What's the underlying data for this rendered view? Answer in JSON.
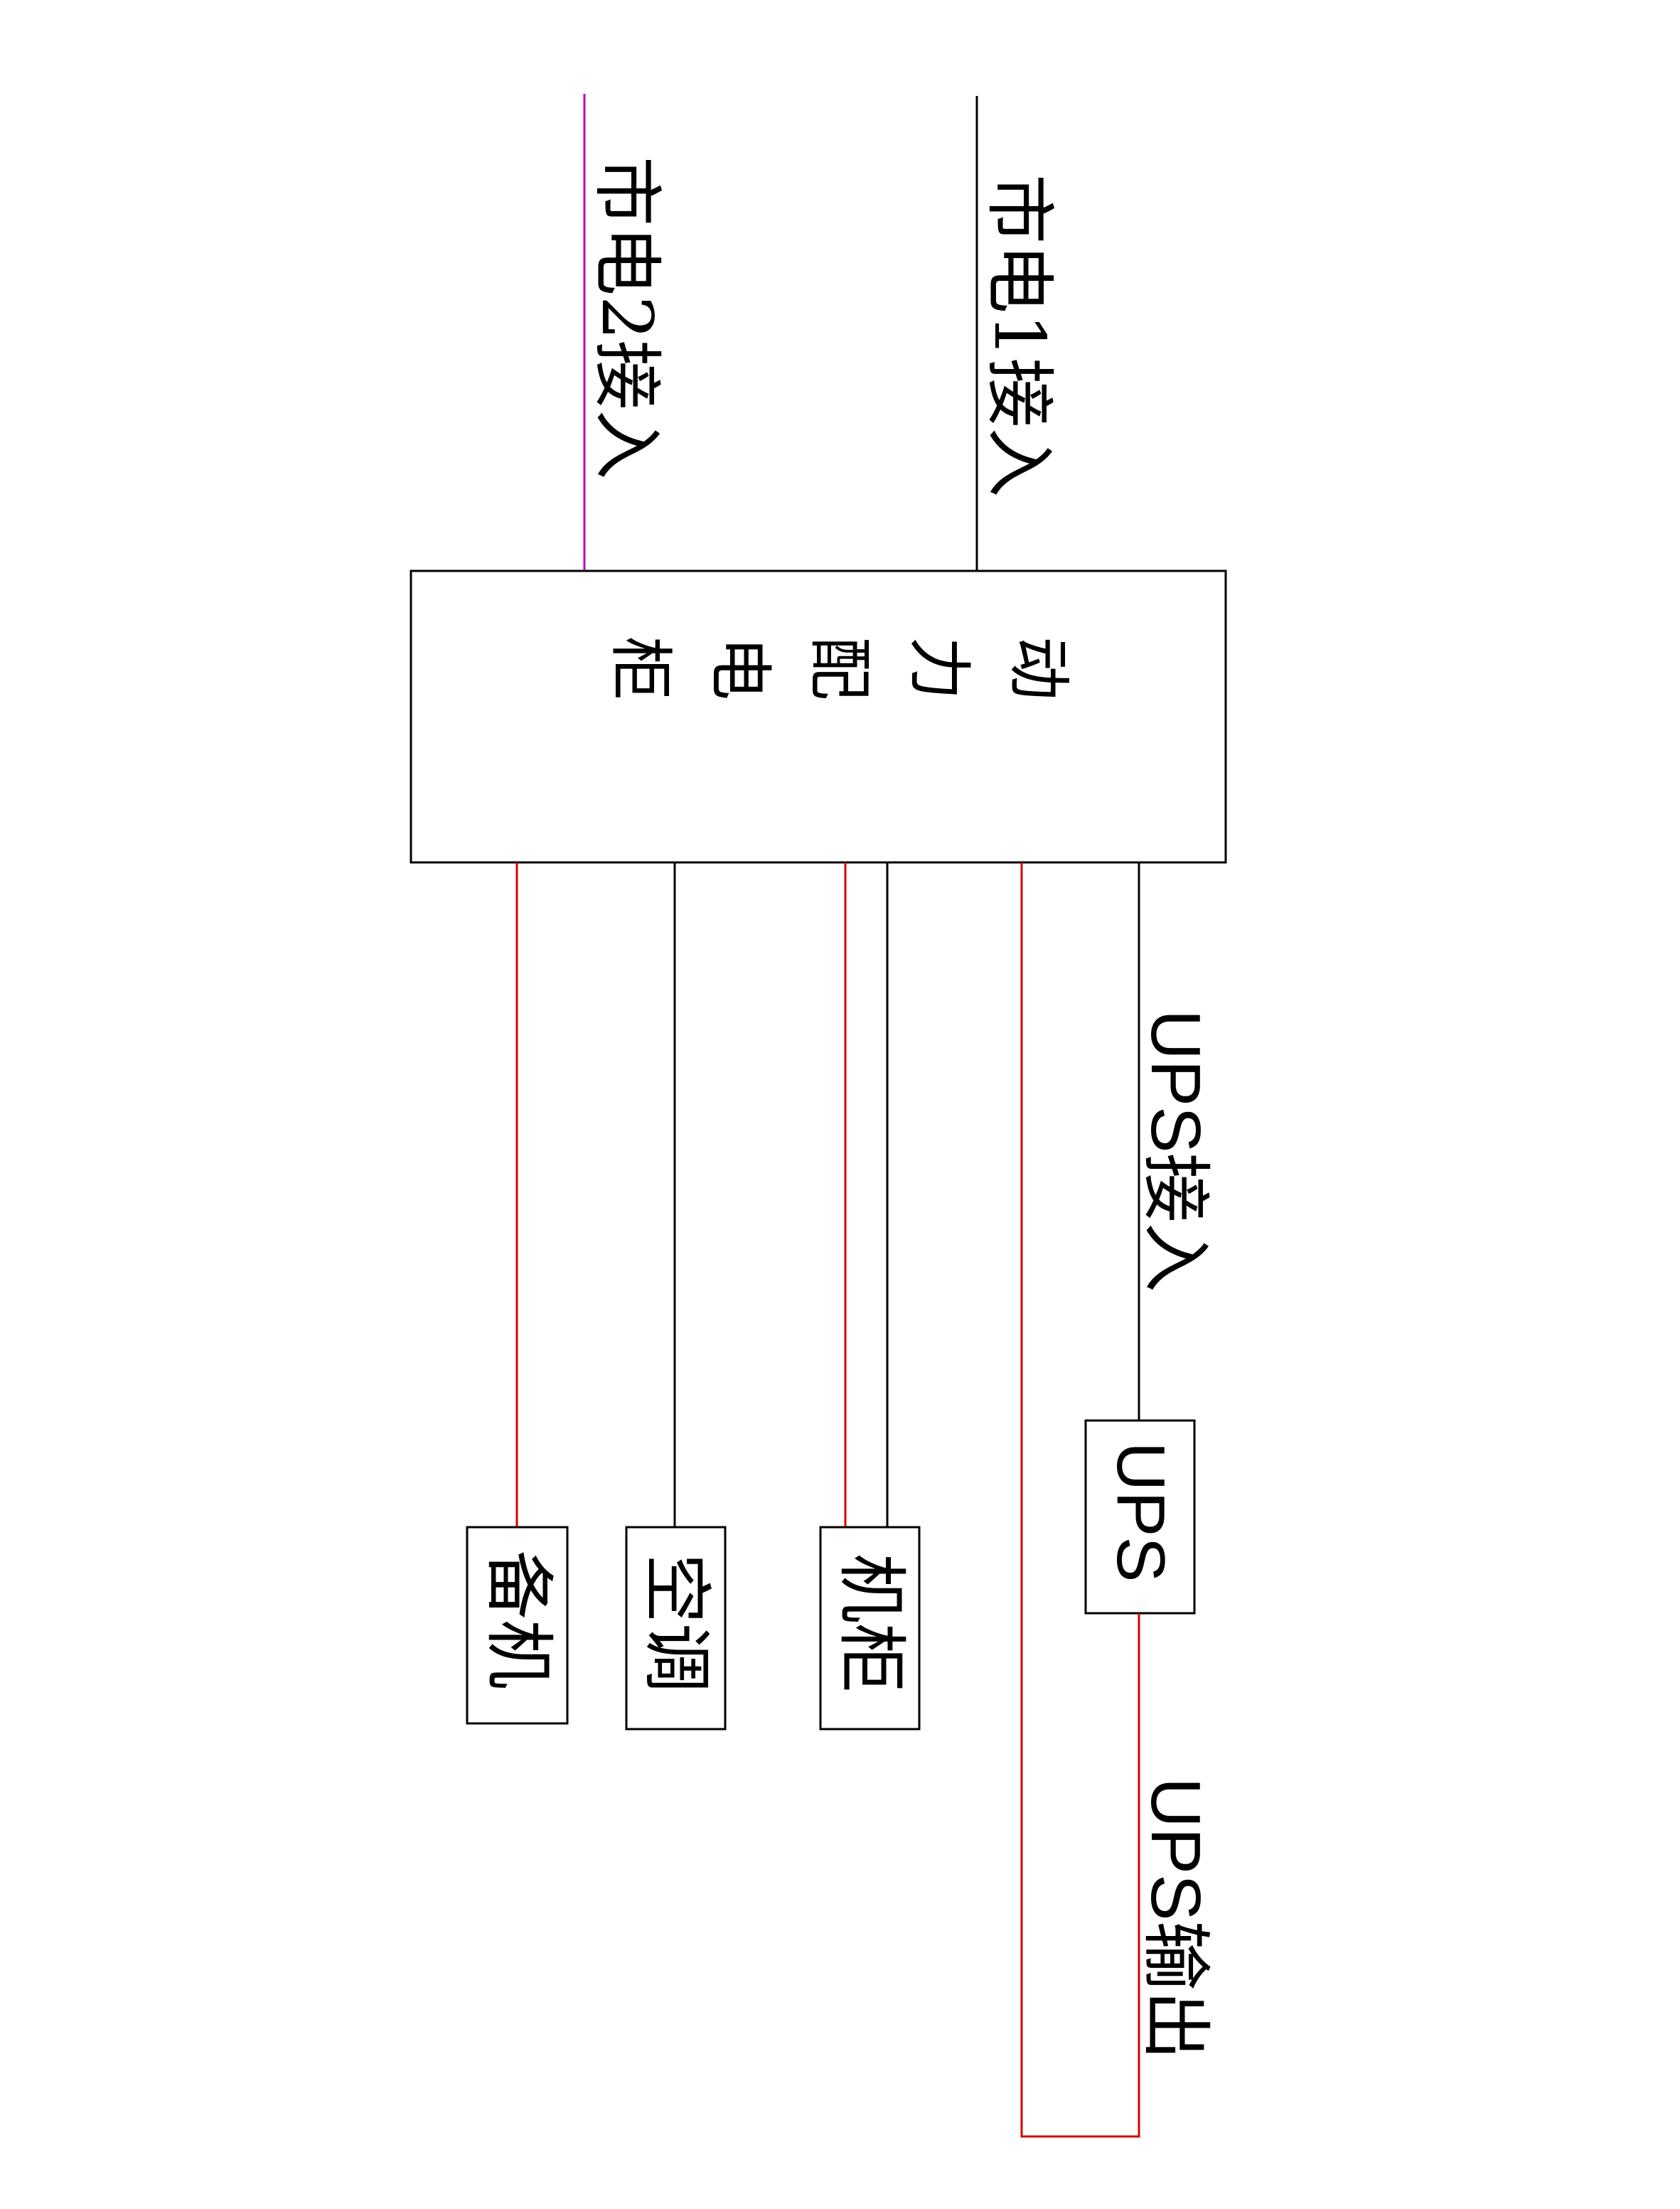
{
  "colors": {
    "black": "#000000",
    "red": "#d40000",
    "magenta": "#c000c0"
  },
  "labels": {
    "utility1": "市电1接入",
    "utility2": "市电2接入",
    "ups_in": "UPS接入",
    "ups_out": "UPS输出"
  },
  "boxes": {
    "cabinet": [
      "动",
      "力",
      "配",
      "电",
      "柜"
    ],
    "ups": "UPS",
    "rack": "机柜",
    "ac": "空调",
    "standby": "备机"
  }
}
